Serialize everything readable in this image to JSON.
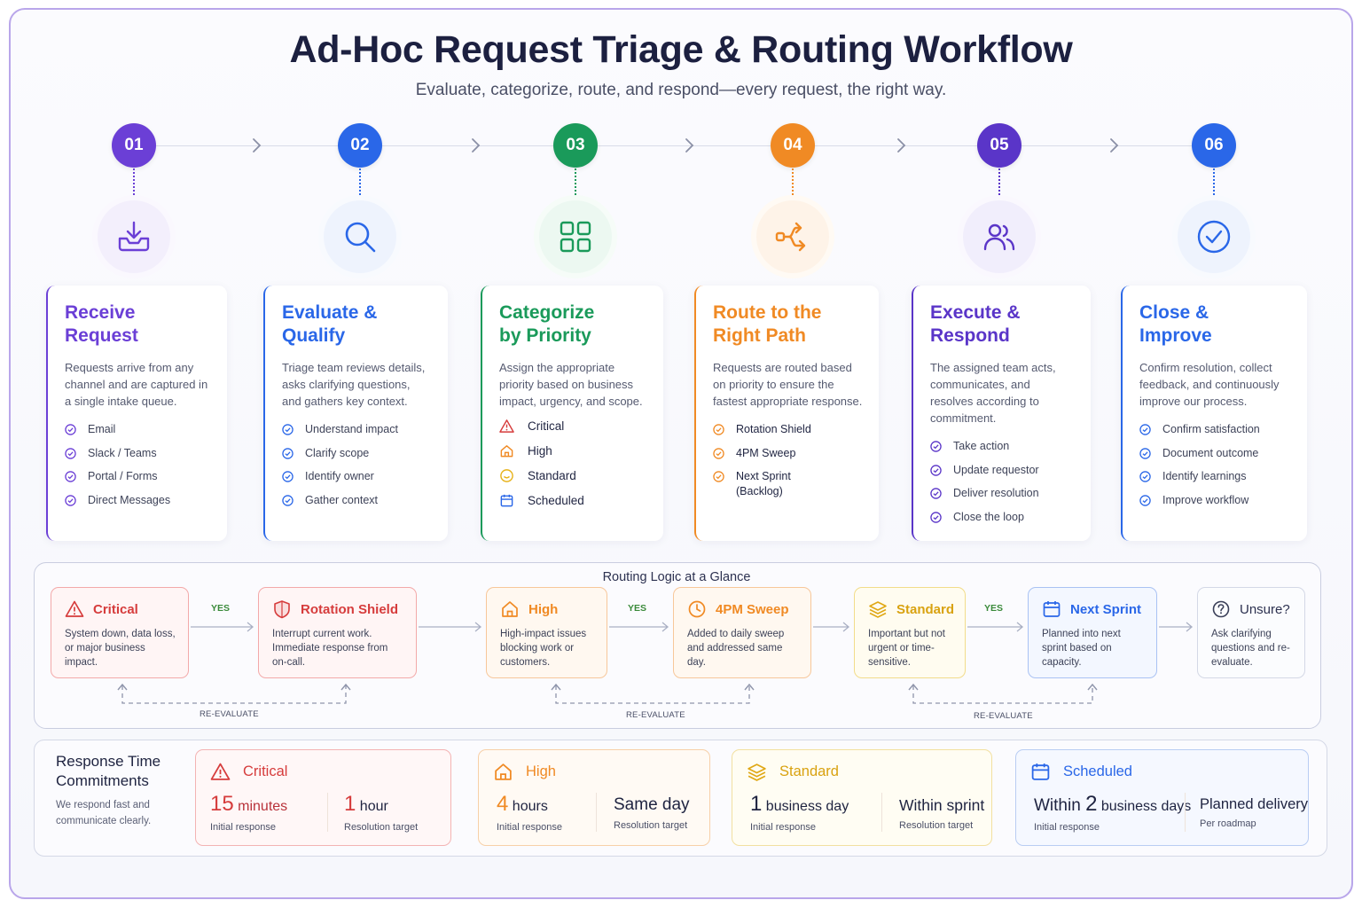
{
  "header": {
    "title": "Ad-Hoc Request Triage & Routing Workflow",
    "subtitle": "Evaluate, categorize, route, and respond—every request, the right way."
  },
  "colors": {
    "purple": "#6b3fd6",
    "blue": "#2a67e8",
    "green": "#1a9a5a",
    "orange": "#f08a24",
    "violet": "#5a35c8",
    "red": "#d63c3c"
  },
  "steps": [
    {
      "num": "01",
      "icon": "inbox-download-icon",
      "title_l1": "Receive",
      "title_l2": "Request",
      "desc": "Requests arrive from any channel and are captured in a single intake queue.",
      "items": [
        "Email",
        "Slack / Teams",
        "Portal / Forms",
        "Direct Messages"
      ]
    },
    {
      "num": "02",
      "icon": "search-icon",
      "title_l1": "Evaluate &",
      "title_l2": "Qualify",
      "desc": "Triage team reviews details, asks clarifying questions, and gathers key context.",
      "items": [
        "Understand impact",
        "Clarify scope",
        "Identify owner",
        "Gather context"
      ]
    },
    {
      "num": "03",
      "icon": "grid-icon",
      "title_l1": "Categorize",
      "title_l2": "by Priority",
      "desc": "Assign the appropriate priority based on business impact, urgency, and scope.",
      "items": [
        "Critical",
        "High",
        "Standard",
        "Scheduled"
      ]
    },
    {
      "num": "04",
      "icon": "route-icon",
      "title_l1": "Route to the",
      "title_l2": "Right Path",
      "desc": "Requests are routed based on priority to ensure the fastest appropriate response.",
      "items": [
        "Rotation Shield",
        "4PM Sweep",
        "Next Sprint (Backlog)"
      ]
    },
    {
      "num": "05",
      "icon": "users-icon",
      "title_l1": "Execute &",
      "title_l2": "Respond",
      "desc": "The assigned team acts, communicates, and resolves according to commitment.",
      "items": [
        "Take action",
        "Update requestor",
        "Deliver resolution",
        "Close the loop"
      ]
    },
    {
      "num": "06",
      "icon": "check-circle-icon",
      "title_l1": "Close &",
      "title_l2": "Improve",
      "desc": "Confirm resolution, collect feedback, and continuously improve our process.",
      "items": [
        "Confirm satisfaction",
        "Document outcome",
        "Identify learnings",
        "Improve workflow"
      ]
    }
  ],
  "routing": {
    "title": "Routing Logic at a Glance",
    "yes": "YES",
    "reevaluate": "RE-EVALUATE",
    "boxes": [
      {
        "icon": "alert-triangle-icon",
        "title": "Critical",
        "desc": "System down, data loss, or major business impact."
      },
      {
        "icon": "shield-icon",
        "title": "Rotation Shield",
        "desc": "Interrupt current work. Immediate response from on-call."
      },
      {
        "icon": "home-icon",
        "title": "High",
        "desc": "High-impact issues blocking work or customers."
      },
      {
        "icon": "clock-icon",
        "title": "4PM Sweep",
        "desc": "Added to daily sweep and addressed same day."
      },
      {
        "icon": "layers-icon",
        "title": "Standard",
        "desc": "Important but not urgent or time-sensitive."
      },
      {
        "icon": "calendar-icon",
        "title": "Next Sprint",
        "desc": "Planned into next sprint based on capacity."
      },
      {
        "icon": "question-icon",
        "title": "Unsure?",
        "desc": "Ask clarifying questions and re-evaluate."
      }
    ]
  },
  "response": {
    "heading_l1": "Response Time",
    "heading_l2": "Commitments",
    "sub": "We respond fast and communicate clearly.",
    "tiers": [
      {
        "icon": "alert-triangle-icon",
        "name": "Critical",
        "a_num": "15",
        "a_unit": " minutes",
        "a_label": "Initial response",
        "b_num": "1",
        "b_unit": " hour",
        "b_label": "Resolution target"
      },
      {
        "icon": "home-icon",
        "name": "High",
        "a_num": "4",
        "a_unit": " hours",
        "a_label": "Initial response",
        "b_num": "",
        "b_unit": "Same day",
        "b_label": "Resolution target"
      },
      {
        "icon": "layers-icon",
        "name": "Standard",
        "a_num": "1",
        "a_unit": " business day",
        "a_label": "Initial response",
        "b_num": "",
        "b_unit": "Within sprint",
        "b_label": "Resolution target"
      },
      {
        "icon": "calendar-icon",
        "name": "Scheduled",
        "a_pre": "Within ",
        "a_num": "2",
        "a_unit": " business days",
        "a_label": "Initial response",
        "b_num": "",
        "b_unit": "Planned delivery",
        "b_label": "Per roadmap"
      }
    ]
  }
}
